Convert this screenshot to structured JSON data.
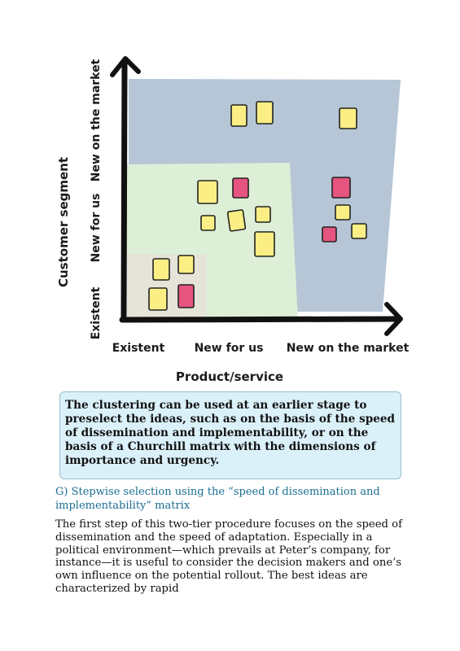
{
  "figure": {
    "y_axis_title": "Customer segment",
    "x_axis_title": "Product/service",
    "y_levels": [
      "Existent",
      "New for us",
      "New on the market"
    ],
    "x_levels": [
      "Existent",
      "New for us",
      "New on the market"
    ],
    "zone_colors": {
      "new_on_market": "#b6c6d6",
      "new_for_us": "#ddefd6",
      "existent": "#e6e3d8"
    },
    "note_colors": {
      "yellow": "#fbee84",
      "pink": "#e5557f"
    }
  },
  "callout": {
    "text": "The clustering can be used at an earlier stage to preselect the ideas, such as on the basis of the speed of dissemination and implementability, or on the basis of a Churchill matrix with the dimensions of importance and urgency."
  },
  "section": {
    "heading": "G) Stepwise selection using the “speed of dissemination and implementability” matrix",
    "paragraph": "The first step of this two-tier procedure focuses on the speed of dissemination and the speed of adaptation. Especially in a political environment—which prevails at Peter’s company, for instance—it is useful to consider the decision makers and one’s own influence on the potential rollout. The best ideas are characterized by rapid"
  }
}
